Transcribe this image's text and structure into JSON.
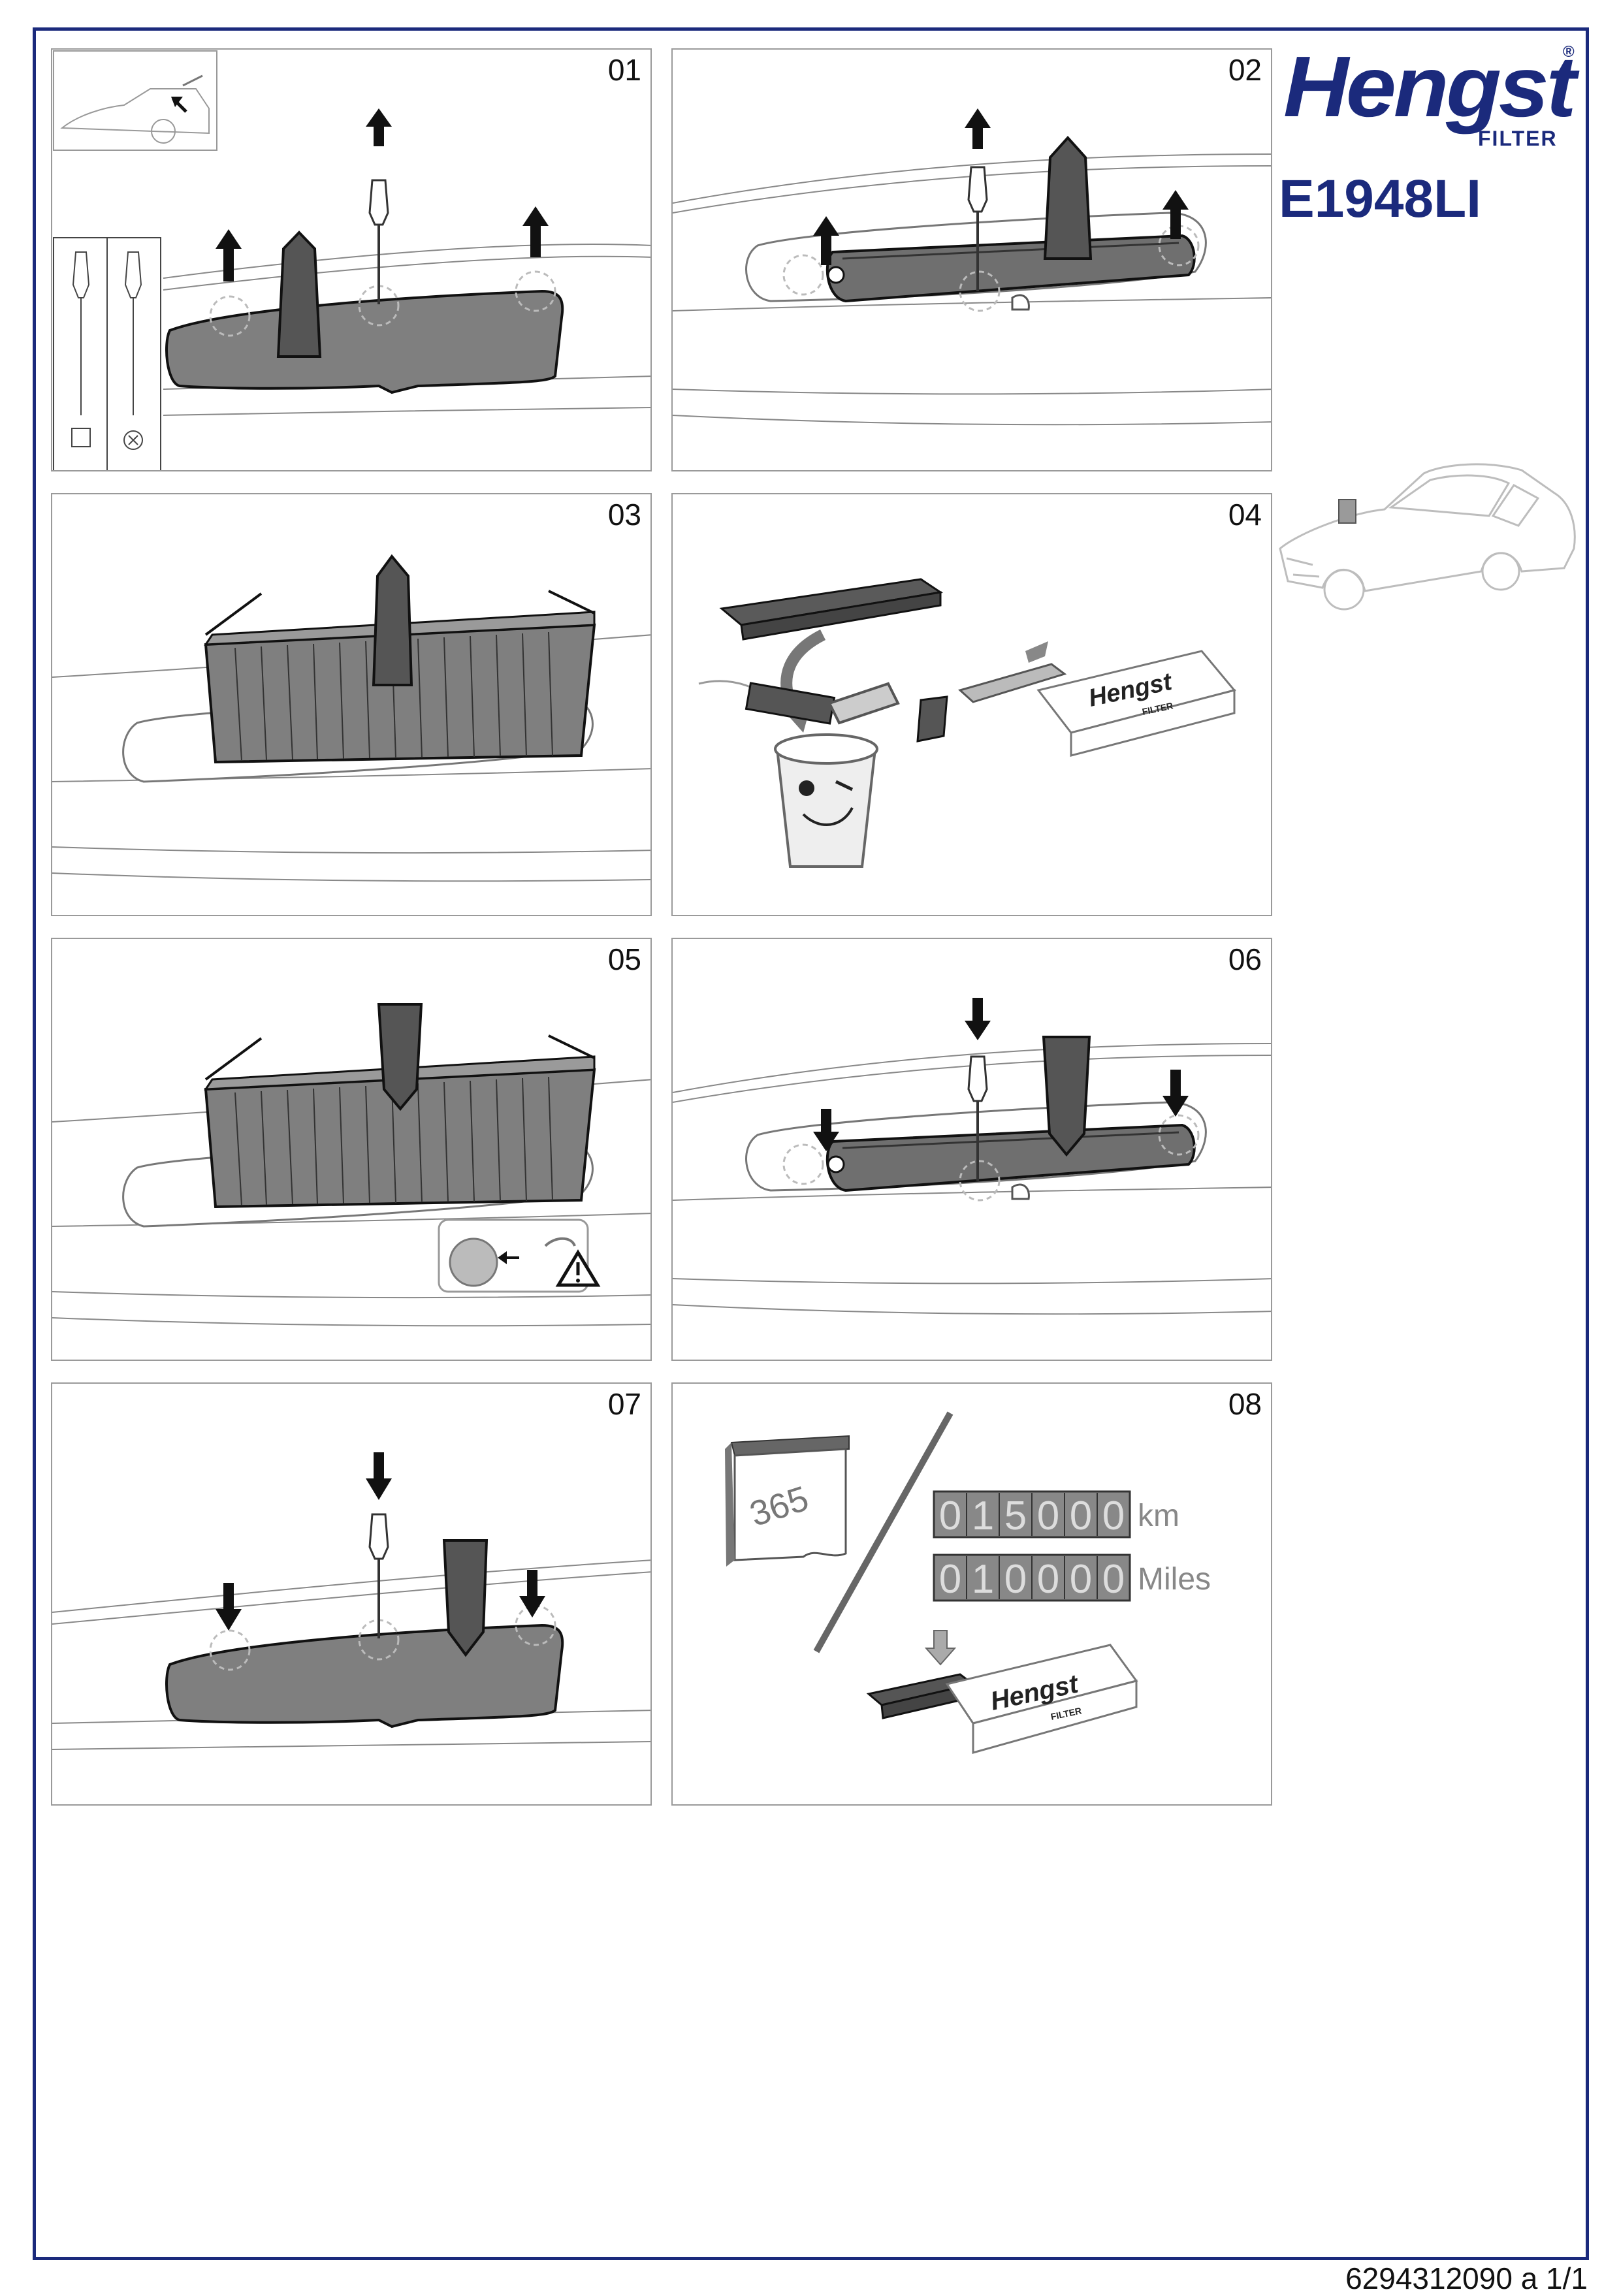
{
  "brand": {
    "name": "Hengst",
    "registered": "®",
    "sub": "FILTER"
  },
  "part_number": "E1948LI",
  "steps": [
    "01",
    "02",
    "03",
    "04",
    "05",
    "06",
    "07",
    "08"
  ],
  "box_brand": {
    "name": "Hengst",
    "sub": "FILTER"
  },
  "calendar_days": "365",
  "odometer": [
    {
      "digits": [
        "0",
        "1",
        "5",
        "0",
        "0",
        "0"
      ],
      "unit": "km"
    },
    {
      "digits": [
        "0",
        "1",
        "0",
        "0",
        "0",
        "0"
      ],
      "unit": "Miles"
    }
  ],
  "footer": "6294312090 a 1/1",
  "colors": {
    "brand": "#1b2a7c",
    "filter_gray": "#7f7f7f",
    "arrow": "#111111"
  }
}
